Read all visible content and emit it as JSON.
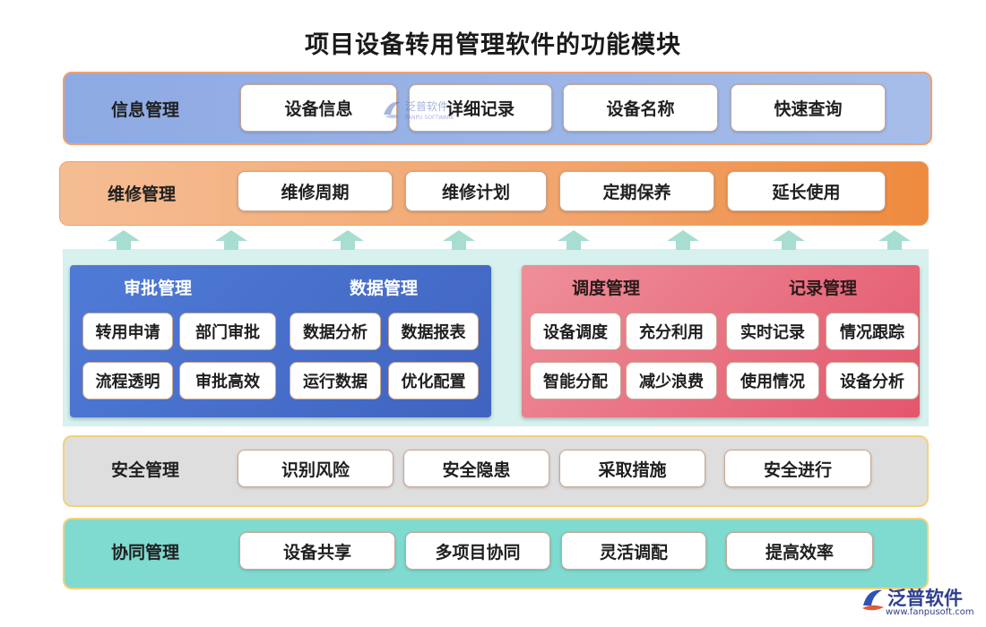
{
  "title": "项目设备转用管理软件的功能模块",
  "info": {
    "label": "信息管理",
    "items": [
      "设备信息",
      "详细记录",
      "设备名称",
      "快速查询"
    ]
  },
  "maint": {
    "label": "维修管理",
    "items": [
      "维修周期",
      "维修计划",
      "定期保养",
      "延长使用"
    ]
  },
  "left_panel": {
    "approval_label": "审批管理",
    "data_label": "数据管理",
    "items": [
      "转用申请",
      "部门审批",
      "数据分析",
      "数据报表",
      "流程透明",
      "审批高效",
      "运行数据",
      "优化配置"
    ]
  },
  "right_panel": {
    "dispatch_label": "调度管理",
    "record_label": "记录管理",
    "items": [
      "设备调度",
      "充分利用",
      "实时记录",
      "情况跟踪",
      "智能分配",
      "减少浪费",
      "使用情况",
      "设备分析"
    ]
  },
  "safety": {
    "label": "安全管理",
    "items": [
      "识别风险",
      "安全隐患",
      "采取措施",
      "安全进行"
    ]
  },
  "collab": {
    "label": "协同管理",
    "items": [
      "设备共享",
      "多项目协同",
      "灵活调配",
      "提高效率"
    ]
  },
  "logo": {
    "name": "泛普软件",
    "url": "www.fanpusoft.com"
  },
  "watermark": {
    "name": "泛普软件",
    "sub": "FANPU SOFTWARE"
  },
  "colors": {
    "info_band": "#93aee4",
    "maint_band": "#f3a66f",
    "left_panel": "#4a72cc",
    "right_panel": "#e8707e",
    "safety_band": "#dcdcdc",
    "collab_band": "#7fd9cf",
    "mid_bg": "#d6f1ee",
    "arrow": "#a8ddd1"
  }
}
